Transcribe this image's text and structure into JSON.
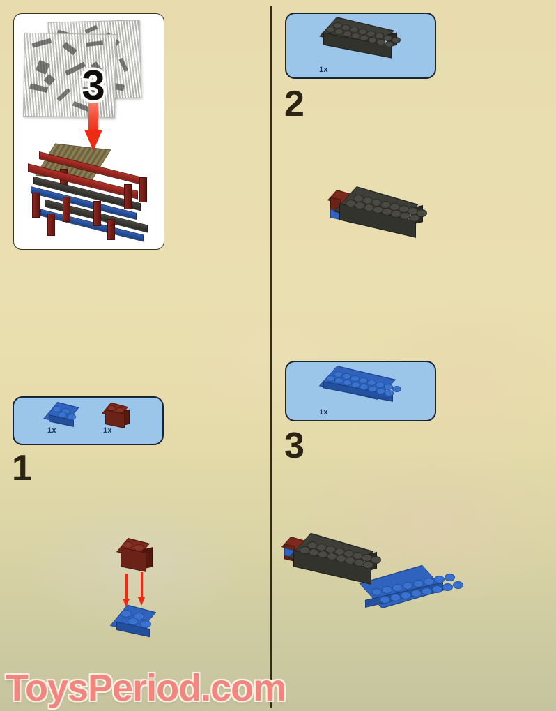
{
  "page": {
    "background_color": "#e7dcad",
    "divider_color": "#241d0f"
  },
  "cover_panel": {
    "bag_badge_number": "3",
    "bags_label": "parts-bags-photo",
    "model_label": "finished-model-photo",
    "arrow_label": "open-bag-arrow"
  },
  "steps": [
    {
      "number": "1",
      "callout": {
        "fill_color": "#9cc5ea",
        "border_color": "#1b2230",
        "parts": [
          {
            "name": "plate-2x2-blue",
            "color": "#2f63bd",
            "quantity": "1x"
          },
          {
            "name": "brick-1x2-reddish-brown",
            "color": "#7c2a1e",
            "quantity": "1x"
          }
        ]
      },
      "assembly": {
        "label": "step-1-assembly",
        "pieces": [
          "brick-1x2-reddish-brown",
          "plate-2x2-blue"
        ],
        "arrows": 2,
        "arrow_color": "#ee2a14"
      }
    },
    {
      "number": "2",
      "callout": {
        "fill_color": "#9cc5ea",
        "border_color": "#1b2230",
        "parts": [
          {
            "name": "brick-2x8-dark-gray",
            "color": "#3e3e38",
            "quantity": "1x"
          }
        ]
      },
      "assembly": {
        "label": "step-2-assembly",
        "pieces": [
          "brick-2x8-dark-gray",
          "brick-1x2-reddish-brown",
          "plate-2x2-blue"
        ],
        "arrows": 0,
        "arrow_color": "#ee2a14"
      }
    },
    {
      "number": "3",
      "callout": {
        "fill_color": "#9cc5ea",
        "border_color": "#1b2230",
        "parts": [
          {
            "name": "plate-2x8-blue",
            "color": "#2f63bd",
            "quantity": "1x"
          }
        ]
      },
      "assembly": {
        "label": "step-3-assembly",
        "pieces": [
          "brick-2x8-dark-gray",
          "plate-2x8-blue",
          "brick-1x2-reddish-brown",
          "plate-2x2-blue"
        ],
        "arrows": 0,
        "arrow_color": "#ee2a14"
      }
    }
  ],
  "watermark": {
    "text": "ToysPeriod.com",
    "color": "#f2867f"
  }
}
